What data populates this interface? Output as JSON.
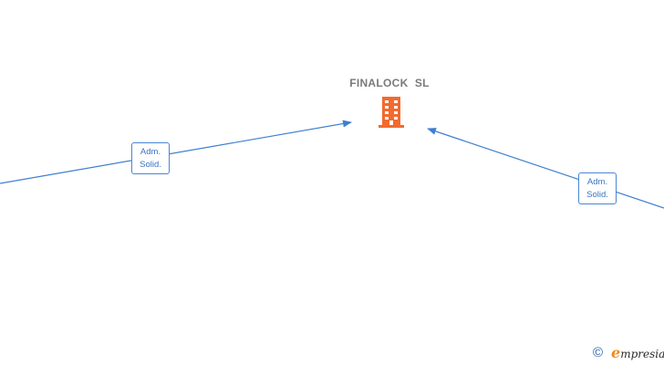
{
  "company": {
    "name": "FINALOCK  SL",
    "icon": "building-icon",
    "icon_color": "#f26a2e"
  },
  "relations": [
    {
      "line1": "Adm.",
      "line2": "Solid."
    },
    {
      "line1": "Adm.",
      "line2": "Solid."
    }
  ],
  "edge_color": "#3f7fd0",
  "footer": {
    "copyright_symbol": "©",
    "brand_initial": "e",
    "brand_rest": "mpresia"
  }
}
